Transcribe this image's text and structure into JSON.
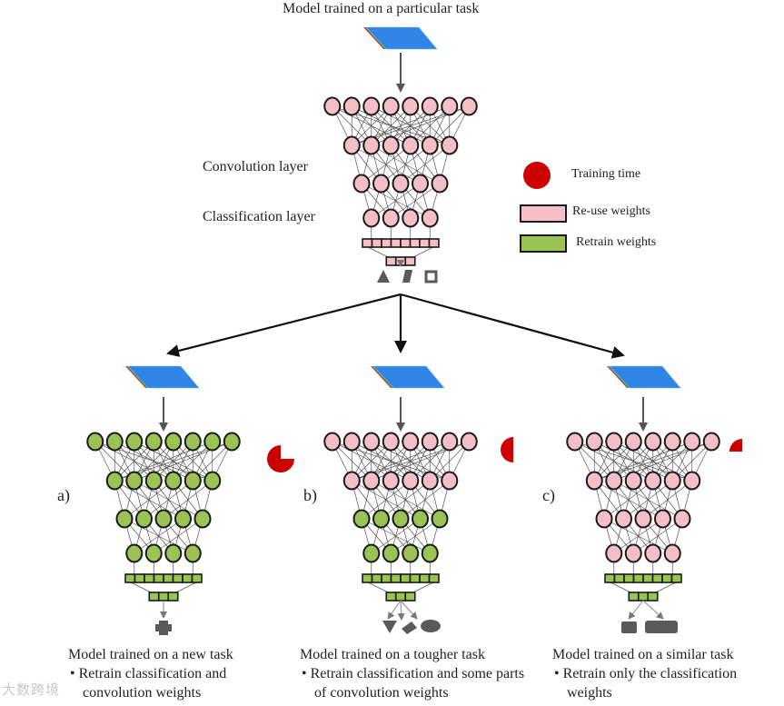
{
  "title": "Model trained on a particular task",
  "layer_labels": {
    "convolution": "Convolution layer",
    "classification": "Classification layer"
  },
  "legend": {
    "items": [
      {
        "key": "training_time",
        "label": "Training time",
        "symbol": "red-circle",
        "color": "#cc0000"
      },
      {
        "key": "reuse",
        "label": "Re-use weights",
        "symbol": "pink-rectangle",
        "color": "#f6bfc6"
      },
      {
        "key": "retrain",
        "label": "Retrain weights",
        "symbol": "green-rectangle",
        "color": "#99c454"
      }
    ]
  },
  "colors": {
    "reuse": "#f6bfc6",
    "retrain": "#99c454",
    "training_time": "#cc0000",
    "input_image": "#2f86e6",
    "output_shape": "#5a5a5a"
  },
  "network": {
    "conv_layers": [
      8,
      6,
      5,
      4
    ],
    "classification_layers": [
      8,
      3
    ]
  },
  "top_model": {
    "conv_layer_weights": [
      "reuse",
      "reuse",
      "reuse",
      "reuse"
    ],
    "classification_weights": [
      "reuse",
      "reuse"
    ],
    "outputs": [
      "triangle",
      "parallelogram",
      "hollow-square"
    ]
  },
  "panels": [
    {
      "id": "a",
      "label": "a)",
      "conv_layer_weights": [
        "retrain",
        "retrain",
        "retrain",
        "retrain"
      ],
      "classification_weights": [
        "retrain",
        "retrain"
      ],
      "training_time_fraction": 0.75,
      "outputs": [
        "cross-blob"
      ],
      "caption_title": "Model trained on a new task",
      "caption_bullet": "Retrain classification and convolution weights"
    },
    {
      "id": "b",
      "label": "b)",
      "conv_layer_weights": [
        "reuse",
        "reuse",
        "retrain",
        "retrain"
      ],
      "classification_weights": [
        "retrain",
        "retrain"
      ],
      "training_time_fraction": 0.5,
      "outputs": [
        "triangle-down",
        "tilted-rectangle",
        "ellipse"
      ],
      "caption_title": "Model trained on a tougher task",
      "caption_bullet": "Retrain classification and some parts of convolution weights"
    },
    {
      "id": "c",
      "label": "c)",
      "conv_layer_weights": [
        "reuse",
        "reuse",
        "reuse",
        "reuse"
      ],
      "classification_weights": [
        "retrain",
        "retrain"
      ],
      "training_time_fraction": 0.25,
      "outputs": [
        "small-rounded-rect",
        "wide-rounded-rect"
      ],
      "caption_title": "Model trained on a similar task",
      "caption_bullet": "Retrain only the classification weights"
    }
  ],
  "watermark": "大数跨境"
}
